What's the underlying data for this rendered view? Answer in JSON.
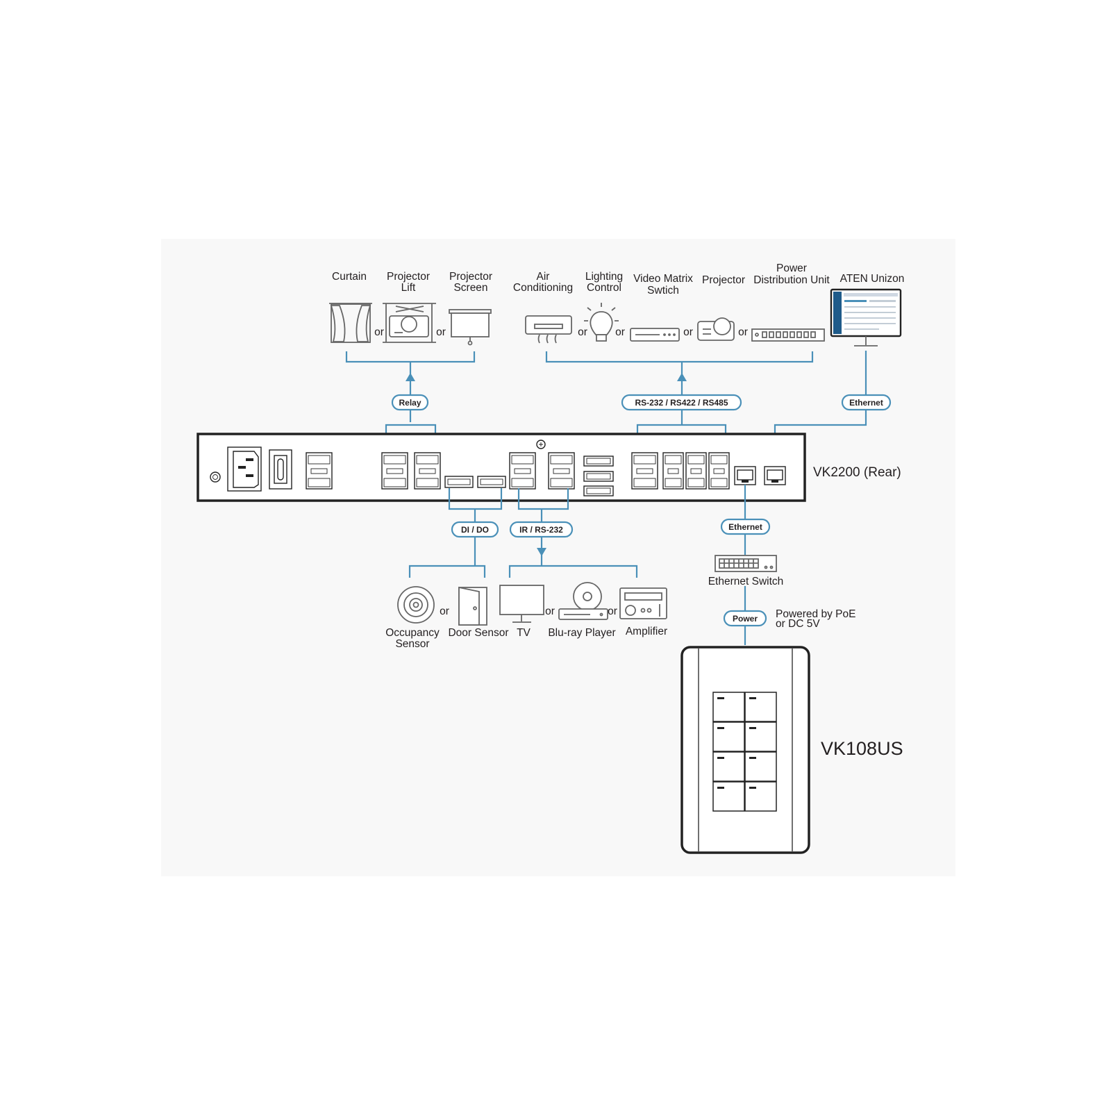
{
  "devices_top": {
    "curtain": "Curtain",
    "projector_lift": [
      "Projector",
      "Lift"
    ],
    "projector_screen": [
      "Projector",
      "Screen"
    ],
    "air_conditioning": [
      "Air",
      "Conditioning"
    ],
    "lighting_control": [
      "Lighting",
      "Control"
    ],
    "video_matrix": [
      "Video Matrix",
      "Swtich"
    ],
    "projector": "Projector",
    "pdu": [
      "Power",
      "Distribution Unit"
    ],
    "aten_unizon": "ATEN Unizon"
  },
  "devices_bottom": {
    "occupancy_sensor": [
      "Occupancy",
      "Sensor"
    ],
    "door_sensor": "Door Sensor",
    "tv": "TV",
    "bluray": "Blu-ray Player",
    "amplifier": "Amplifier",
    "ethernet_switch": "Ethernet Switch"
  },
  "or_word": "or",
  "connections": {
    "relay": "Relay",
    "serial": "RS-232 / RS422 / RS485",
    "ethernet_top": "Ethernet",
    "dido": "DI / DO",
    "ir": "IR / RS-232",
    "ethernet_bottom": "Ethernet",
    "power": "Power"
  },
  "power_note": [
    "Powered by PoE",
    "or DC 5V"
  ],
  "units": {
    "rear": "VK2200 (Rear)",
    "panel": "VK108US"
  },
  "colors": {
    "line": "#4a90b8",
    "panel_background": "#f8f8f8",
    "pill_background": "#ffffff",
    "text": "#231f20"
  }
}
